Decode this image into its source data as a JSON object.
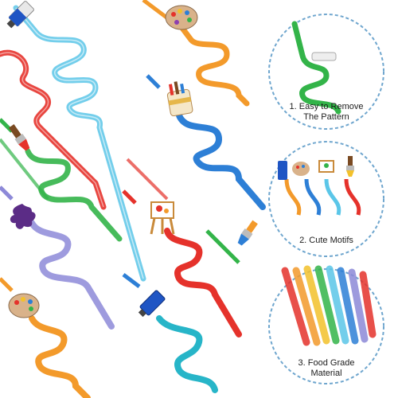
{
  "callouts": [
    {
      "label_line1": "1. Easy to Remove",
      "label_line2": "The Pattern"
    },
    {
      "label_line1": "2. Cute Motifs",
      "label_line2": ""
    },
    {
      "label_line1": "3. Food Grade",
      "label_line2": "Material"
    }
  ],
  "colors": {
    "accent_ring": "#6fa6ce",
    "straw_blue": "#2d7fd6",
    "straw_lightblue": "#5bc6e8",
    "straw_orange": "#f39a2b",
    "straw_red": "#e5322b",
    "straw_green": "#33b449",
    "straw_purple": "#8d89d8",
    "straw_cyan": "#27b5c8"
  },
  "icons": [
    "paint-palette-icon",
    "paint-tube-icon",
    "paint-brush-icon",
    "paint-jar-icon",
    "easel-icon",
    "paint-splat-icon"
  ]
}
